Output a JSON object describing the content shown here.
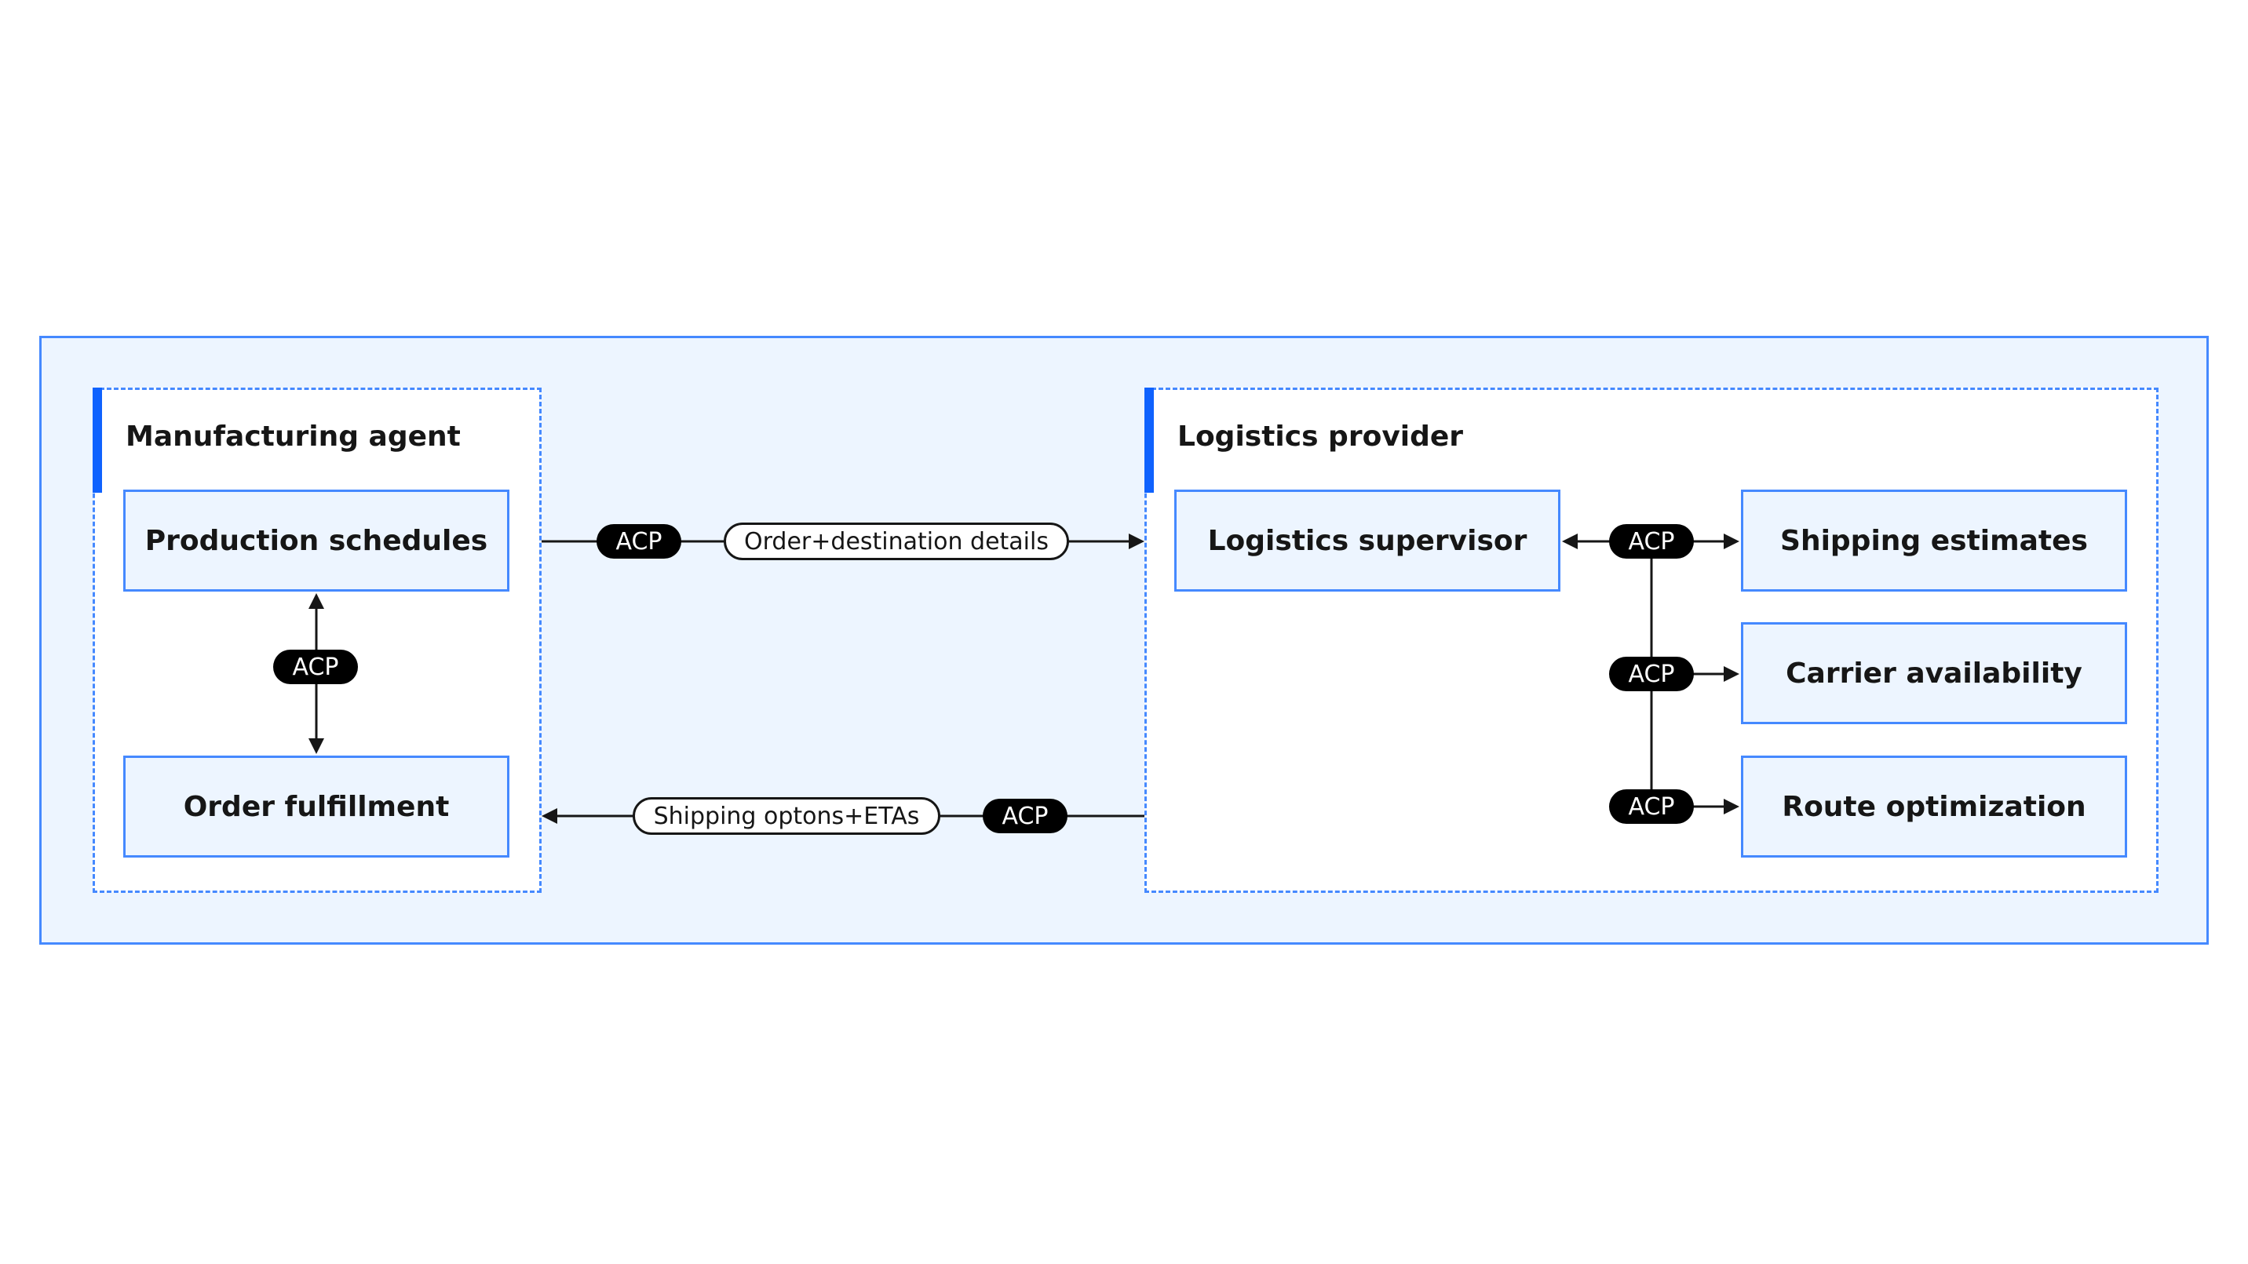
{
  "manufacturing": {
    "title": "Manufacturing agent",
    "boxes": [
      "Production schedules",
      "Order fulfillment"
    ],
    "internal_protocol": "ACP"
  },
  "logistics": {
    "title": "Logistics provider",
    "supervisor": "Logistics supervisor",
    "services": [
      "Shipping estimates",
      "Carrier availability",
      "Route optimization"
    ],
    "protocol_labels": [
      "ACP",
      "ACP",
      "ACP"
    ]
  },
  "flows": {
    "request": {
      "protocol": "ACP",
      "label": "Order+destination details"
    },
    "response": {
      "protocol": "ACP",
      "label": "Shipping optons+ETAs"
    }
  },
  "colors": {
    "outer_fill": "#edf5ff",
    "border_blue": "#4589ff",
    "accent_blue": "#0f62fe",
    "pill_dark": "#000000"
  }
}
